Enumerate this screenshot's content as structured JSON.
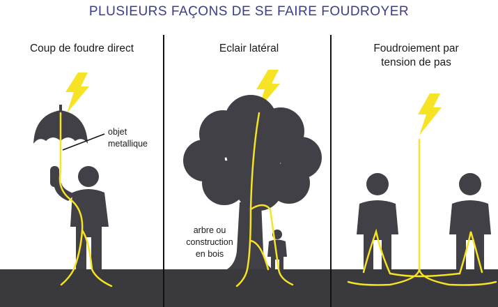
{
  "title": "PLUSIEURS FAÇONS DE SE FAIRE FOUDROYER",
  "panels": [
    {
      "label": "Coup de foudre direct",
      "annotation_line1": "objet",
      "annotation_line2": "metallique"
    },
    {
      "label": "Eclair latéral",
      "annotation_line1": "arbre ou",
      "annotation_line2": "construction",
      "annotation_line3": "en bois"
    },
    {
      "label_line1": "Foudroiement par",
      "label_line2": "tension de pas"
    }
  ],
  "colors": {
    "title": "#3b3b8f",
    "silhouette": "#414046",
    "ground": "#3a393e",
    "lightning": "#f5e324"
  }
}
